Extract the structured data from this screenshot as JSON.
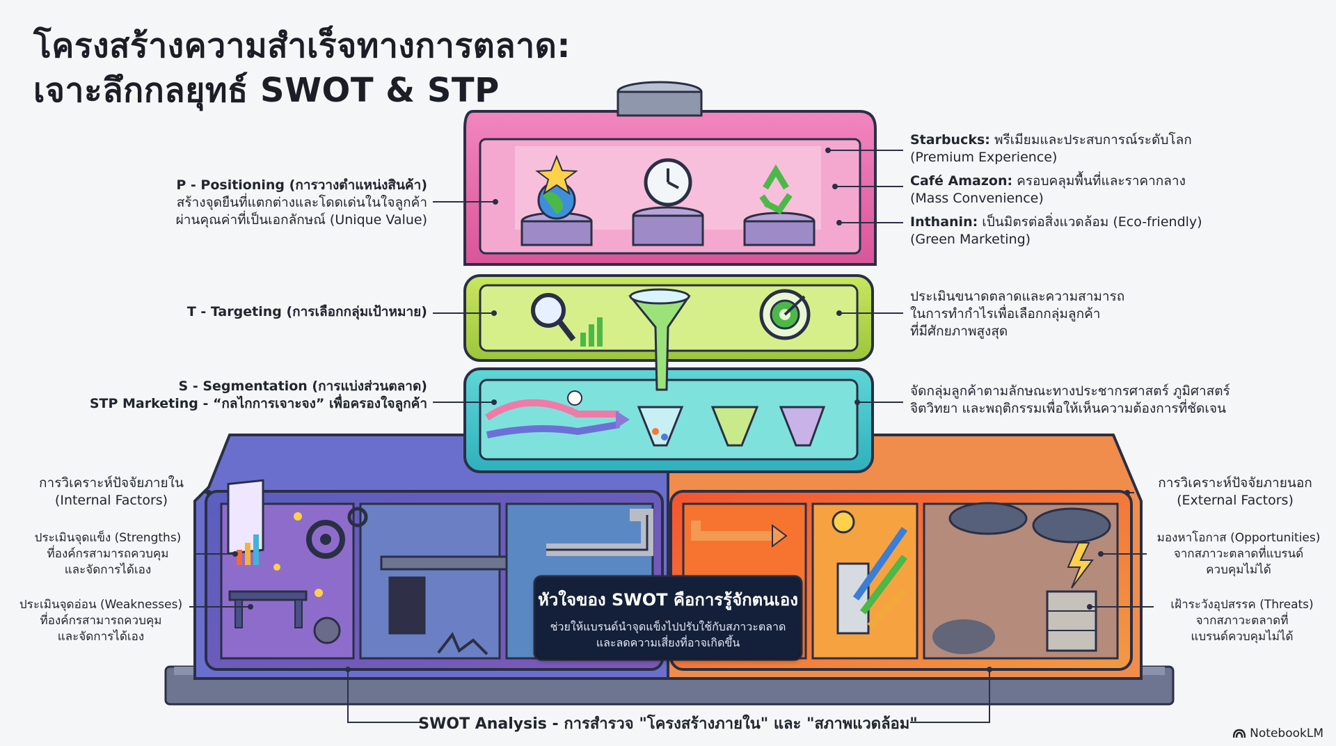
{
  "title": {
    "line1": "โครงสร้างความสำเร็จทางการตลาด:",
    "line2": "เจาะลึกกลยุทธ์ SWOT & STP"
  },
  "positioning": {
    "heading": "P - Positioning (การวางตำแหน่งสินค้า)",
    "line1": "สร้างจุดยืนที่แตกต่างและโดดเด่นในใจลูกค้า",
    "line2": "ผ่านคุณค่าที่เป็นเอกลักษณ์ (Unique Value)"
  },
  "brands": [
    {
      "name": "Starbucks:",
      "desc": "พรีเมียมและประสบการณ์ระดับโลก",
      "sub": "(Premium Experience)"
    },
    {
      "name": "Café Amazon:",
      "desc": "ครอบคลุมพื้นที่และราคากลาง",
      "sub": "(Mass Convenience)"
    },
    {
      "name": "Inthanin:",
      "desc": "เป็นมิตรต่อสิ่งแวดล้อม (Eco-friendly)",
      "sub": "(Green Marketing)"
    }
  ],
  "targeting": {
    "heading": "T - Targeting (การเลือกกลุ่มเป้าหมาย)",
    "right1": "ประเมินขนาดตลาดและความสามารถ",
    "right2": "ในการทำกำไรเพื่อเลือกกลุ่มลูกค้า",
    "right3": "ที่มีศักยภาพสูงสุด"
  },
  "segmentation": {
    "heading": "S - Segmentation (การแบ่งส่วนตลาด)",
    "stp": "STP Marketing - “กลไกการเจาะจง” เพื่อครองใจลูกค้า",
    "right1": "จัดกลุ่มลูกค้าตามลักษณะทางประชากรศาสตร์ ภูมิศาสตร์",
    "right2": "จิตวิทยา และพฤติกรรมเพื่อให้เห็นความต้องการที่ชัดเจน"
  },
  "internal": {
    "heading1": "การวิเคราะห์ปัจจัยภายใน",
    "heading2": "(Internal Factors)",
    "s1": "ประเมินจุดแข็ง (Strengths)",
    "s2": "ที่องค์กรสามารถควบคุม",
    "s3": "และจัดการได้เอง",
    "w1": "ประเมินจุดอ่อน (Weaknesses)",
    "w2": "ที่องค์กรสามารถควบคุม",
    "w3": "และจัดการได้เอง"
  },
  "external": {
    "heading1": "การวิเคราะห์ปัจจัยภายนอก",
    "heading2": "(External Factors)",
    "o1": "มองหาโอกาส (Opportunities)",
    "o2": "จากสภาวะตลาดที่แบรนด์",
    "o3": "ควบคุมไม่ได้",
    "t1": "เฝ้าระวังอุปสรรค (Threats)",
    "t2": "จากสภาวะตลาดที่",
    "t3": "แบรนด์ควบคุมไม่ได้"
  },
  "swot_core": {
    "title": "หัวใจของ SWOT คือการรู้จักตนเอง",
    "line1": "ช่วยให้แบรนด์นำจุดแข็งไปปรับใช้กับสภาวะตลาด",
    "line2": "และลดความเสี่ยงที่อาจเกิดขึ้น"
  },
  "footer": "SWOT Analysis - การสำรวจ \"โครงสร้างภายใน\" และ \"สภาพแวดล้อม\"",
  "brand": "NotebookLM",
  "colors": {
    "positioning": "#e86aa8",
    "targeting": "#b6d94a",
    "segmentation": "#3fc6c9",
    "internal": "#6266c4",
    "external": "#f07a3a",
    "core": "#14203a"
  }
}
